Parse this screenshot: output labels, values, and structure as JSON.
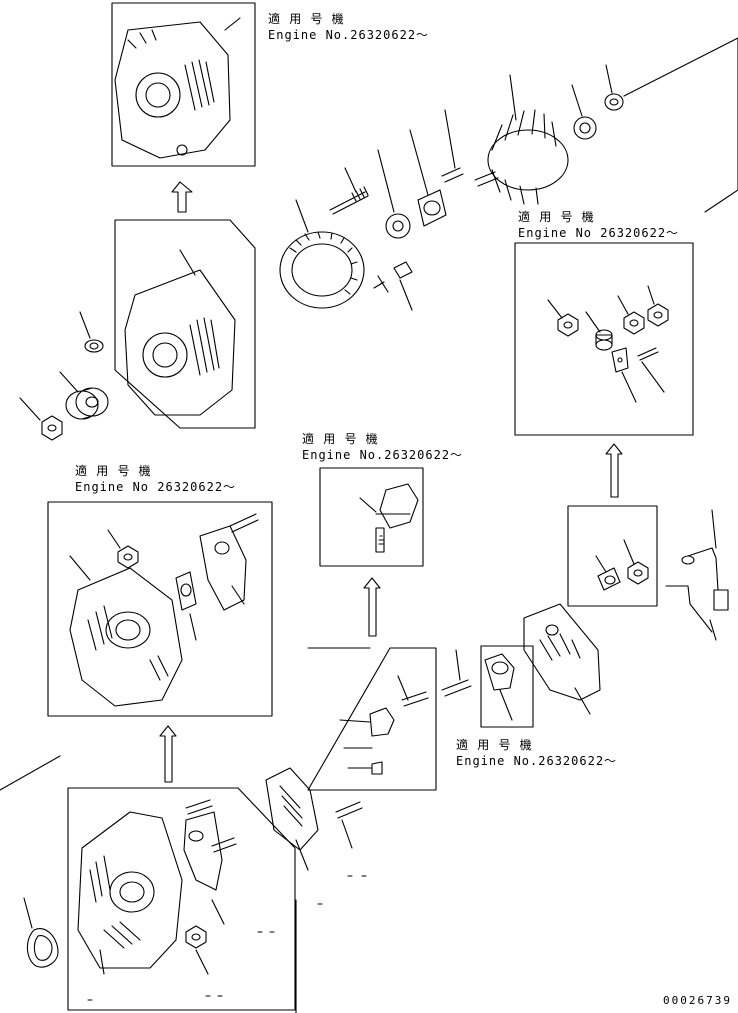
{
  "notes": {
    "top_jp": "適 用 号 機",
    "top_en": "Engine No.26320622～",
    "right_jp": "適 用 号 機",
    "right_en": "Engine No 26320622～",
    "center_jp": "適 用 号 機",
    "center_en": "Engine No.26320622～",
    "left_jp": "適 用 号 機",
    "left_en": "Engine No 26320622～",
    "bottom_jp": "適 用 号 機",
    "bottom_en": "Engine No.26320622～"
  },
  "drawing_number": "00026739"
}
